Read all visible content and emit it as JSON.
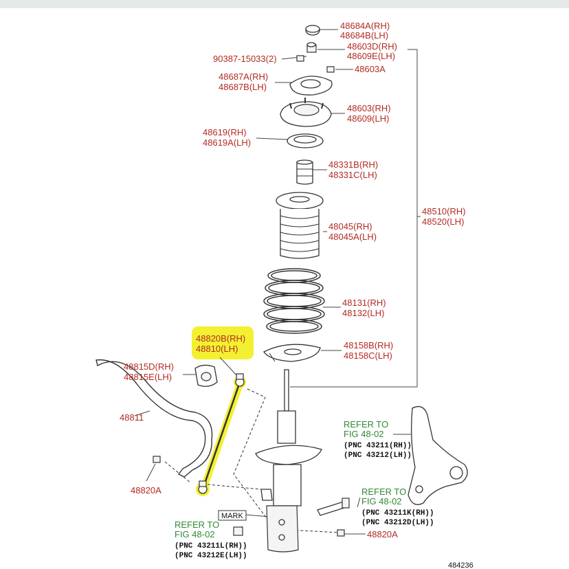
{
  "labels": {
    "p48684": [
      "48684A(RH)",
      "48684B(LH)"
    ],
    "p48603d": [
      "48603D(RH)",
      "48609E(LH)"
    ],
    "p90387": "90387-15033(2)",
    "p48603a": "48603A",
    "p48687": [
      "48687A(RH)",
      "48687B(LH)"
    ],
    "p48603": [
      "48603(RH)",
      "48609(LH)"
    ],
    "p48619": [
      "48619(RH)",
      "48619A(LH)"
    ],
    "p48331": [
      "48331B(RH)",
      "48331C(LH)"
    ],
    "p48510": [
      "48510(RH)",
      "48520(LH)"
    ],
    "p48045": [
      "48045(RH)",
      "48045A(LH)"
    ],
    "p48131": [
      "48131(RH)",
      "48132(LH)"
    ],
    "p48820b": [
      "48820B(RH)",
      "48810(LH)"
    ],
    "p48158": [
      "48158B(RH)",
      "48158C(LH)"
    ],
    "p48815": [
      "48815D(RH)",
      "48815E(LH)"
    ],
    "p48811": "48811",
    "p48820a_left": "48820A",
    "p48820a_bottom": "48820A",
    "mark": "MARK",
    "figure_number": "484236"
  },
  "references": {
    "knuckle": {
      "line1": "REFER TO",
      "line2": "FIG 48-02",
      "pnc1": "(PNC  43211(RH))",
      "pnc2": "(PNC  43212(LH))"
    },
    "bolt": {
      "line1": "REFER TO",
      "line2": "FIG 48-02",
      "pnc1": "(PNC  43211K(RH))",
      "pnc2": "(PNC  43212D(LH))"
    },
    "nut": {
      "line1": "REFER TO",
      "line2": "FIG 48-02",
      "pnc1": "(PNC  43211L(RH))",
      "pnc2": "(PNC  43212E(LH))"
    }
  },
  "colors": {
    "part_number": "#b22a23",
    "reference": "#2f8a33",
    "highlight": "#f3f031",
    "top_bar": "#e6e9ea"
  }
}
